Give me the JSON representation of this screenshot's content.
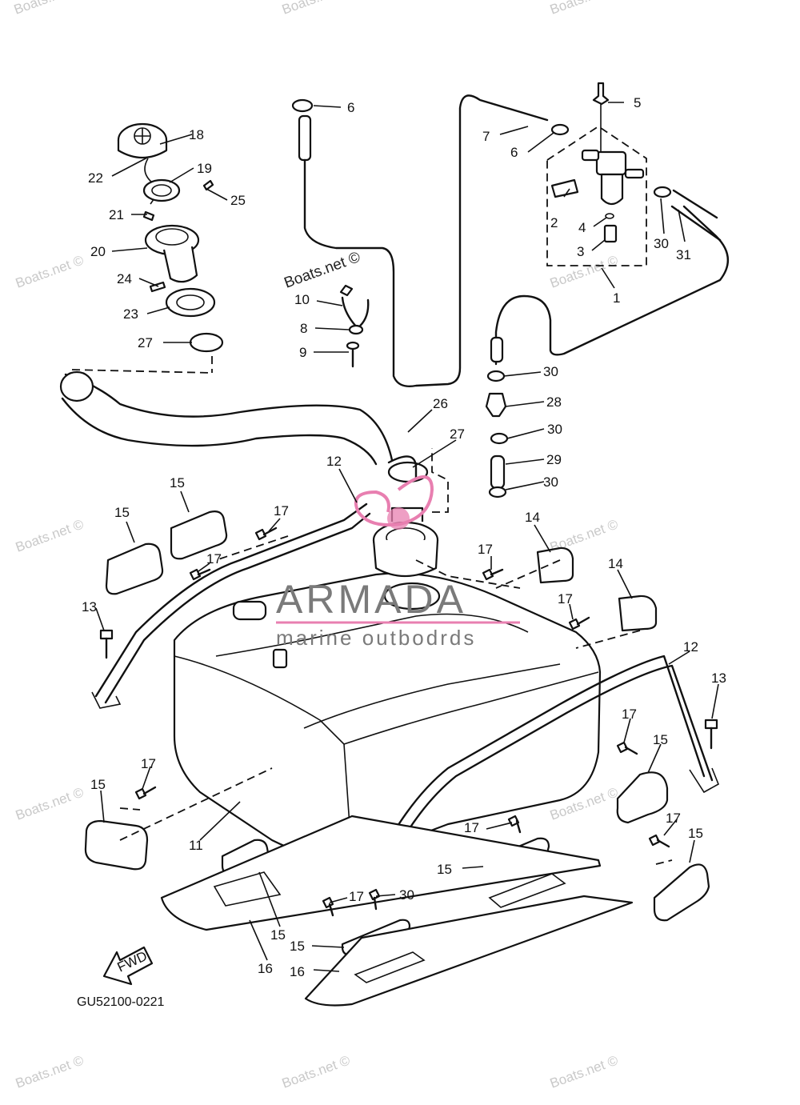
{
  "diagram": {
    "code": "GU52100-0221",
    "fwd_label": "FWD",
    "watermark_text": "Boats.net ©",
    "brand": {
      "name": "ARMADA",
      "tagline": "marine outbodrds",
      "accent_color": "#e87fb0",
      "text_color": "#7a7a7a"
    },
    "callouts": [
      "1",
      "2",
      "3",
      "4",
      "5",
      "6",
      "6",
      "7",
      "8",
      "9",
      "10",
      "11",
      "12",
      "12",
      "13",
      "13",
      "14",
      "14",
      "15",
      "15",
      "15",
      "15",
      "15",
      "15",
      "15",
      "15",
      "16",
      "16",
      "17",
      "17",
      "17",
      "17",
      "17",
      "17",
      "17",
      "17",
      "17",
      "18",
      "19",
      "20",
      "21",
      "22",
      "23",
      "24",
      "25",
      "26",
      "27",
      "27",
      "28",
      "29",
      "30",
      "30",
      "30",
      "30",
      "30",
      "31"
    ]
  }
}
